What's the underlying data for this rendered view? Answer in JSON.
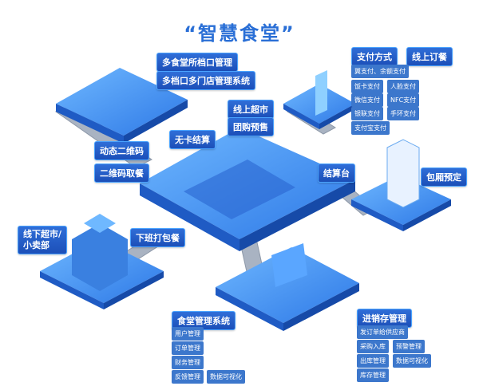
{
  "title": "“智慧食堂”",
  "labels": {
    "multi_canteen": "多食堂所档口管理",
    "multi_store": "多档口多门店管理系统",
    "online_market": "线上超市",
    "group_buy": "团购预售",
    "dynamic_qr": "动态二维码",
    "qr_pickup": "二维码取餐",
    "cardless": "无卡结算",
    "checkout": "结算台",
    "private_room": "包厢预定",
    "offline_market": "线下超市/\n小卖部",
    "takeaway": "下班打包餐",
    "online_order": "线上订餐"
  },
  "payment": {
    "header": "支付方式",
    "items": [
      "翼支付、余额支付",
      "饭卡支付",
      "人脸支付",
      "微信支付",
      "NFC支付",
      "银联支付",
      "手环支付",
      "支付宝支付"
    ]
  },
  "canteen_mgmt": {
    "header": "食堂管理系统",
    "items": [
      "用户管理",
      "订单管理",
      "财务管理",
      "反馈管理",
      "数据可视化"
    ]
  },
  "inventory": {
    "header": "进销存管理",
    "items": [
      "发订单给供应商",
      "采购入库",
      "预警管理",
      "出库管理",
      "数据可视化",
      "库存管理"
    ]
  },
  "colors": {
    "accent": "#2a6fd6",
    "platform_top": "#3d8ef0",
    "platform_side": "#1f5bc4",
    "road": "#9aa6b6"
  }
}
